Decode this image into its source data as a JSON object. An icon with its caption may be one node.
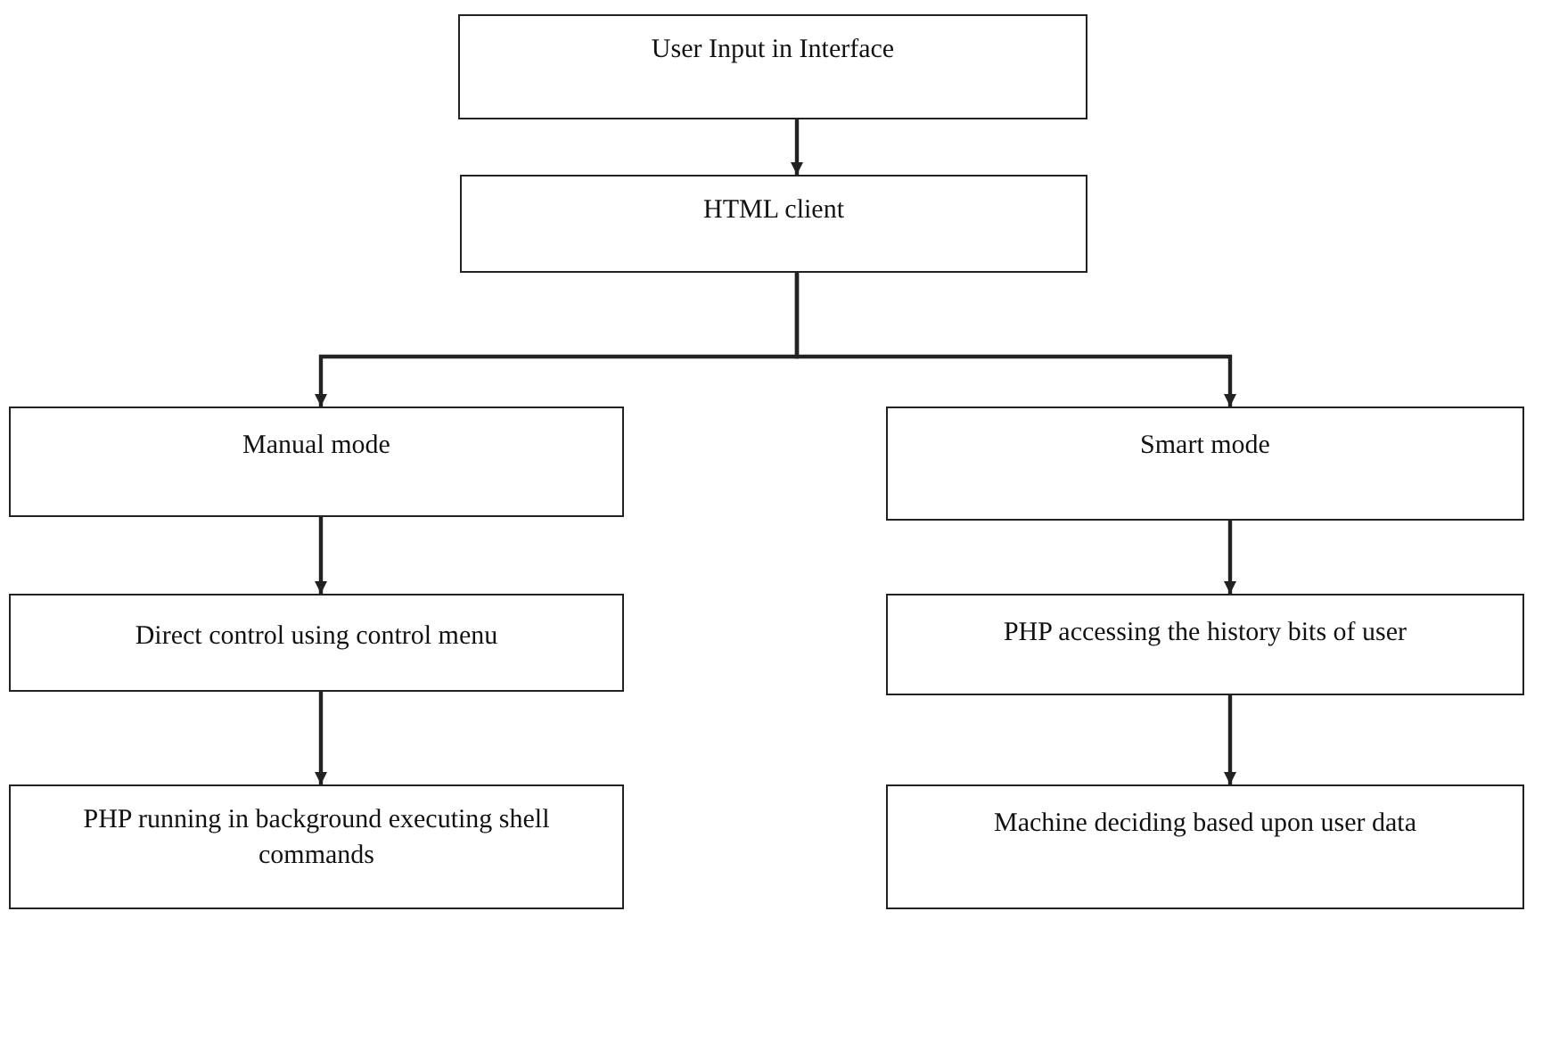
{
  "diagram": {
    "nodes": [
      {
        "text": [
          "User Input in Interface"
        ]
      },
      {
        "text": [
          "HTML client"
        ]
      },
      {
        "text": [
          "Manual mode"
        ]
      },
      {
        "text": [
          "Smart mode"
        ]
      },
      {
        "text": [
          "Direct control using control menu"
        ]
      },
      {
        "text": [
          "PHP accessing the history bits of user"
        ]
      },
      {
        "text": [
          "PHP running in background executing shell commands"
        ]
      },
      {
        "text": [
          "Machine deciding based upon user data"
        ]
      }
    ],
    "edges": [
      {
        "from": 0,
        "to": 1,
        "arrow": "to"
      },
      {
        "from": 1,
        "to": 2,
        "arrow": "to"
      },
      {
        "from": 1,
        "to": 3,
        "arrow": "to"
      },
      {
        "from": 2,
        "to": 4,
        "arrow": "to"
      },
      {
        "from": 4,
        "to": 6,
        "arrow": "to"
      },
      {
        "from": 3,
        "to": 5,
        "arrow": "to"
      },
      {
        "from": 5,
        "to": 7,
        "arrow": "to"
      }
    ]
  }
}
